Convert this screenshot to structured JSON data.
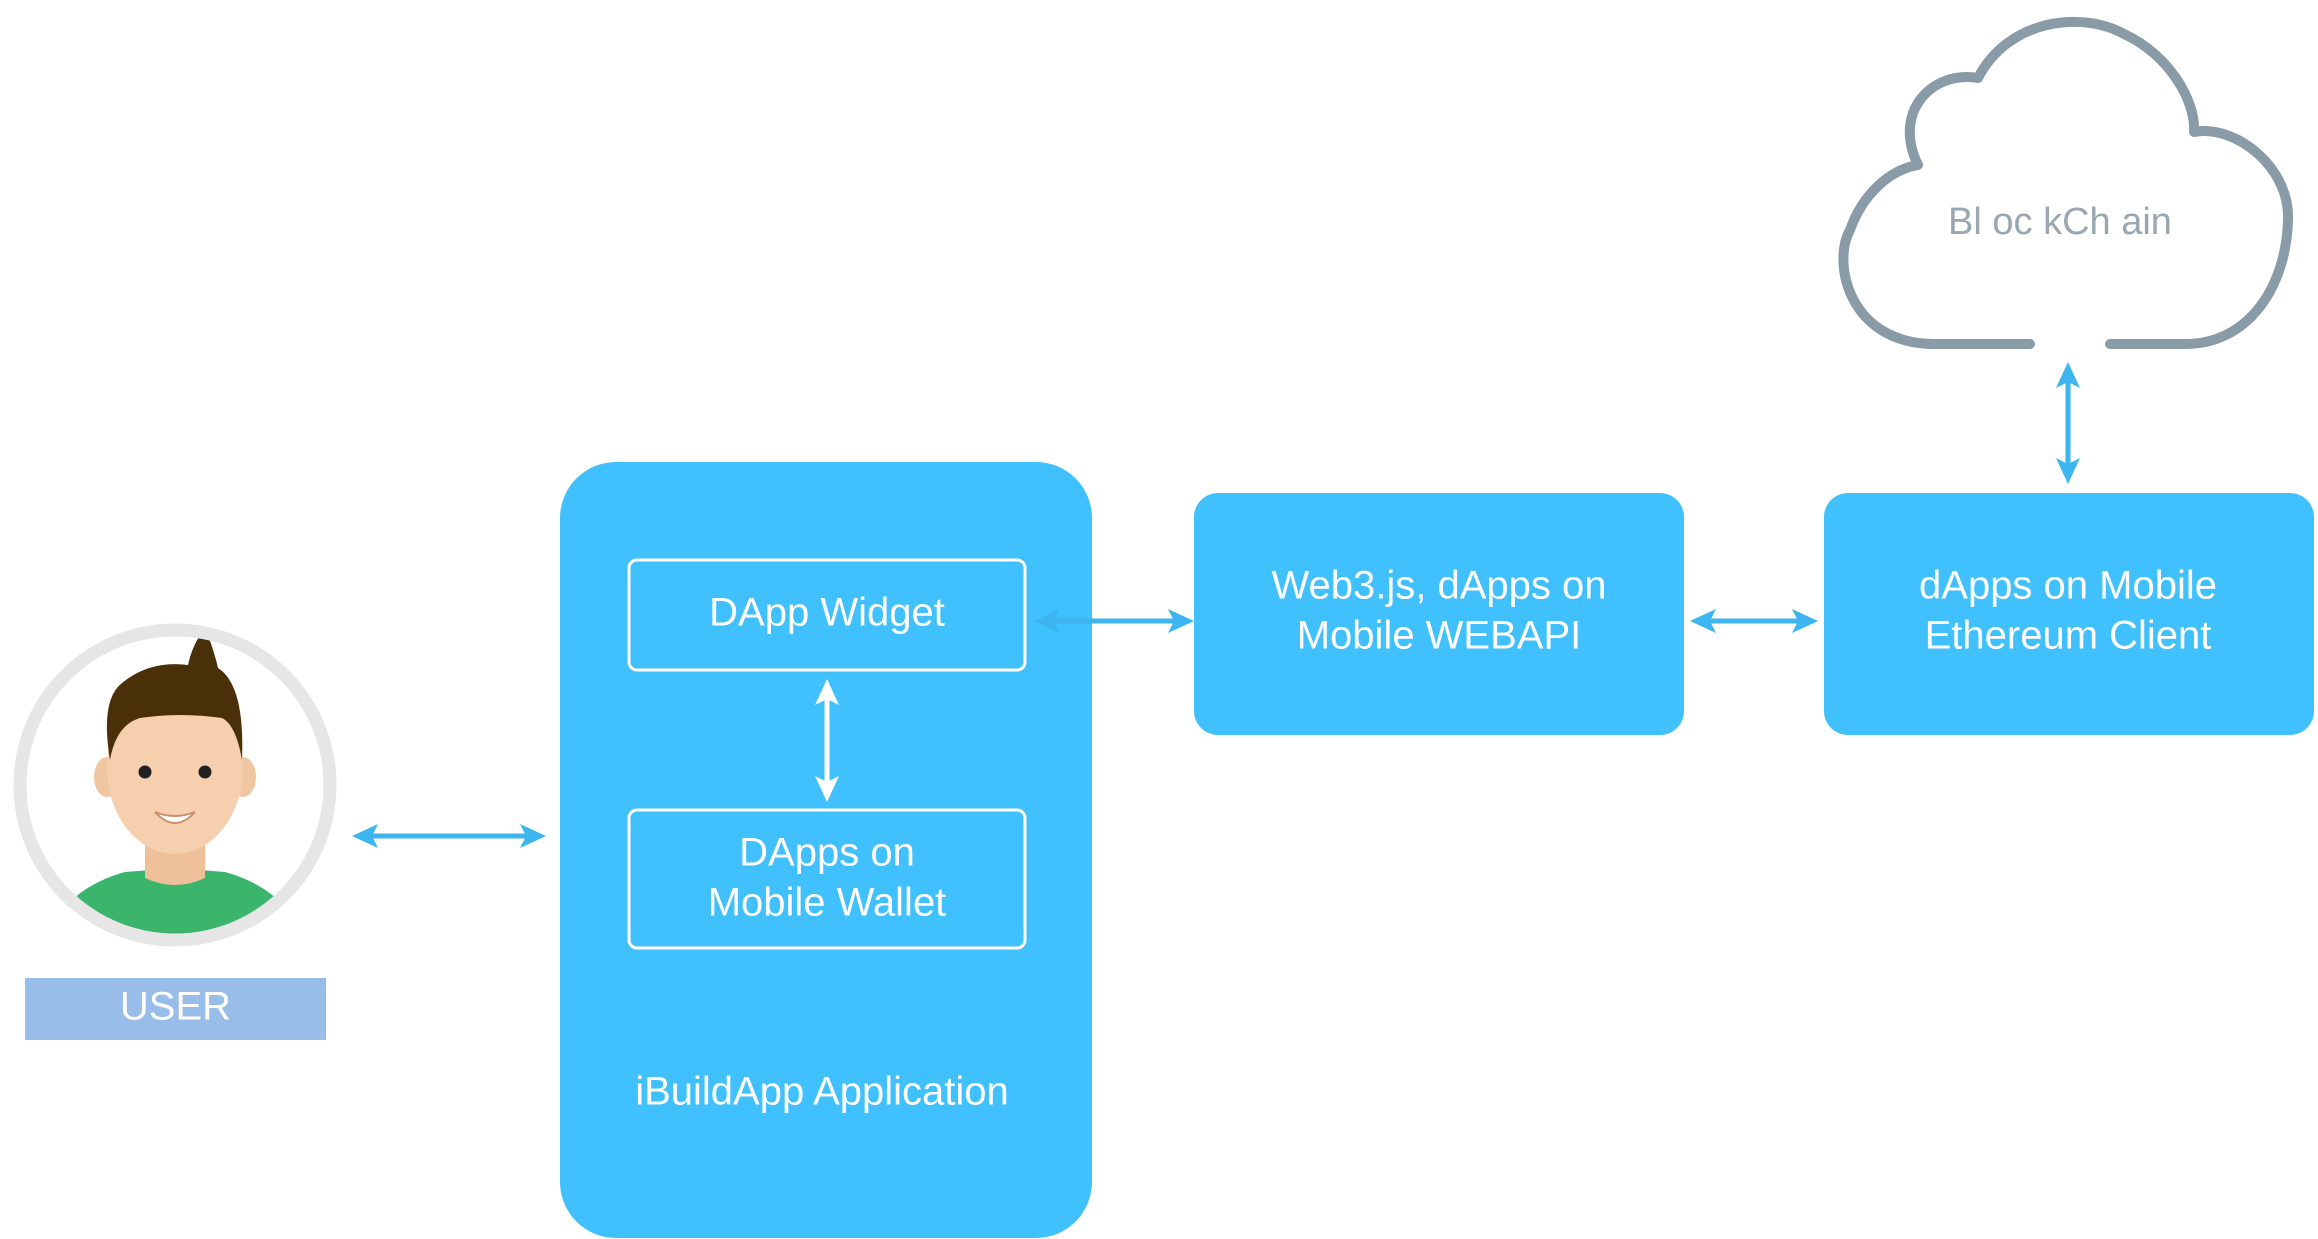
{
  "user": {
    "label": "USER"
  },
  "app": {
    "title": "iBuildApp Application",
    "widget_label": "DApp Widget",
    "wallet_line1": "DApps on",
    "wallet_line2": "Mobile Wallet"
  },
  "webapi": {
    "line1": "Web3.js, dApps on",
    "line2": "Mobile WEBAPI"
  },
  "client": {
    "line1": "dApps on Mobile",
    "line2": "Ethereum Client"
  },
  "cloud": {
    "label": "Bl oc kCh ain"
  },
  "colors": {
    "box": "#40c0fc",
    "arrow": "#3db6f0",
    "cloud_stroke": "#8a9ba8",
    "cloud_text": "#9aa7b0",
    "user_label_bg": "#98bde9",
    "skin": "#f6d0ae",
    "hair": "#4a3008",
    "shirt": "#3bb56c",
    "avatar_ring": "#e6e6e6"
  },
  "icons": [
    "user-avatar-icon",
    "cloud-icon",
    "double-arrow-icon"
  ]
}
